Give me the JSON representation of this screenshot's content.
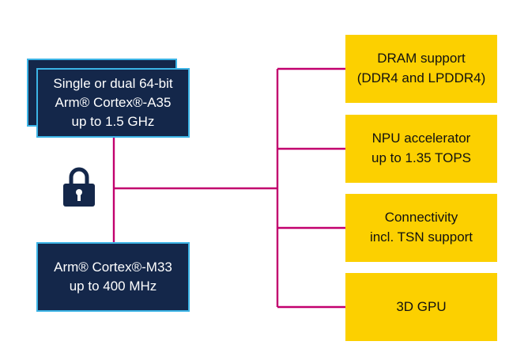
{
  "colors": {
    "navy": "#14274a",
    "cyan": "#3cb4e6",
    "yellow": "#fcd000",
    "connector": "#c2006e"
  },
  "cores": [
    {
      "text": "Single or dual 64-bit\nArm® Cortex®-A35\nup to 1.5 GHz"
    },
    {
      "text": "Arm® Cortex®-M33\nup to 400 MHz"
    }
  ],
  "features": [
    {
      "text": "DRAM support\n(DDR4 and LPDDR4)"
    },
    {
      "text": "NPU accelerator\nup to 1.35 TOPS"
    },
    {
      "text": "Connectivity\nincl. TSN support"
    },
    {
      "text": "3D GPU"
    }
  ],
  "icons": {
    "security": "lock-icon"
  }
}
